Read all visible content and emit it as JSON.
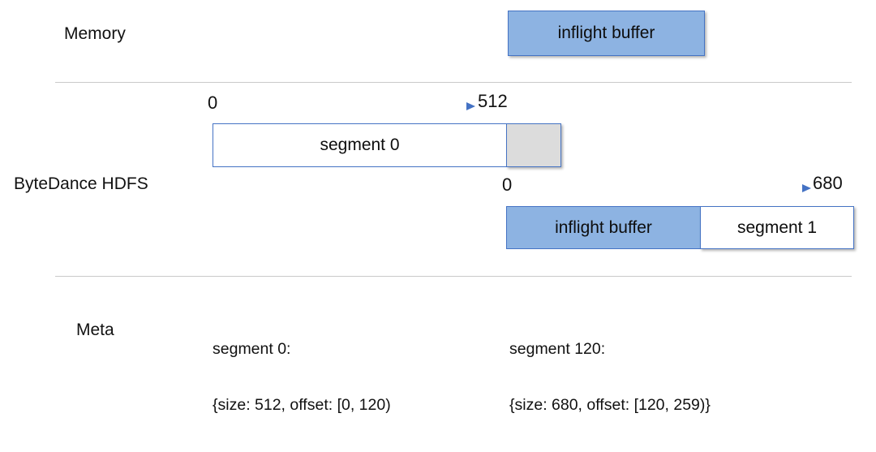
{
  "diagram": {
    "title_rows": {
      "memory": "Memory",
      "hdfs": "ByteDance HDFS",
      "meta": "Meta"
    },
    "colors": {
      "blue_fill": "#8db3e2",
      "blue_border": "#4573c4",
      "gray_fill": "#dcdcdc",
      "arrow": "#4472c4",
      "divider": "#c9c9c9",
      "text": "#111111",
      "background": "#ffffff"
    },
    "memory_row": {
      "inflight_buffer_label": "inflight buffer"
    },
    "hdfs_row": {
      "axis_top": {
        "start_label": "0",
        "end_label": "512"
      },
      "axis_bottom": {
        "start_label": "0",
        "end_label": "680"
      },
      "segment0_label": "segment 0",
      "segment0_tail_label": "",
      "inflight_buffer_label": "inflight buffer",
      "segment1_label": "segment 1"
    },
    "meta_row": {
      "entry0_line1": "segment 0:",
      "entry0_line2": "{size: 512, offset: [0, 120)",
      "entry1_line1": "segment 120:",
      "entry1_line2": "{size: 680, offset: [120, 259)}"
    }
  }
}
